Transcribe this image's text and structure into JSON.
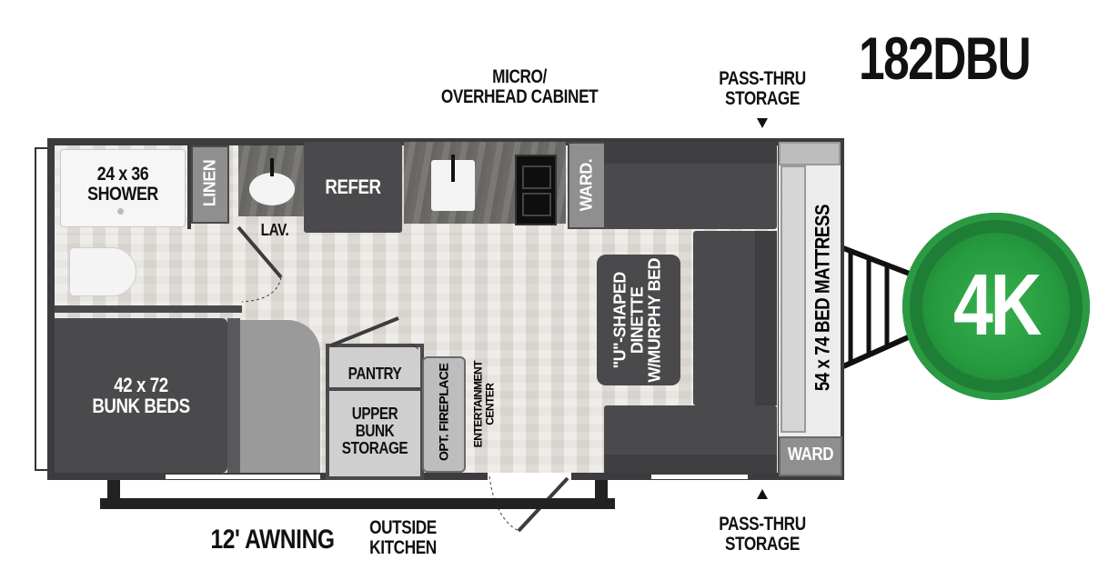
{
  "model": "182DBU",
  "badge": {
    "text": "4K",
    "color_outer": "#1e7d34",
    "color_inner": "#2fa846"
  },
  "labels": {
    "micro_cabinet": "MICRO/\nOVERHEAD CABINET",
    "pass_thru_top": "PASS-THRU\nSTORAGE",
    "pass_thru_bottom": "PASS-THRU\nSTORAGE",
    "shower": "24 x 36\nSHOWER",
    "linen": "LINEN",
    "lav": "LAV.",
    "refer": "REFER",
    "ward_top": "WARD.",
    "ward_bottom": "WARD",
    "bed_mattress": "54 x 74 BED MATTRESS",
    "dinette": "\"U\"-SHAPED\nDINETTE\nW/MURPHY BED",
    "bunk_beds": "42 x 72\nBUNK BEDS",
    "pantry": "PANTRY",
    "upper_bunk": "UPPER\nBUNK\nSTORAGE",
    "fireplace": "OPT. FIREPLACE",
    "entertainment": "ENTERTAINMENT\nCENTER",
    "awning": "12' AWNING",
    "outside_kitchen": "OUTSIDE\nKITCHEN"
  },
  "colors": {
    "wall": "#3c3c3e",
    "cabinet_dark": "#4a4a4c",
    "floor": "#e3dfda",
    "fixture": "#f4f4f4"
  }
}
